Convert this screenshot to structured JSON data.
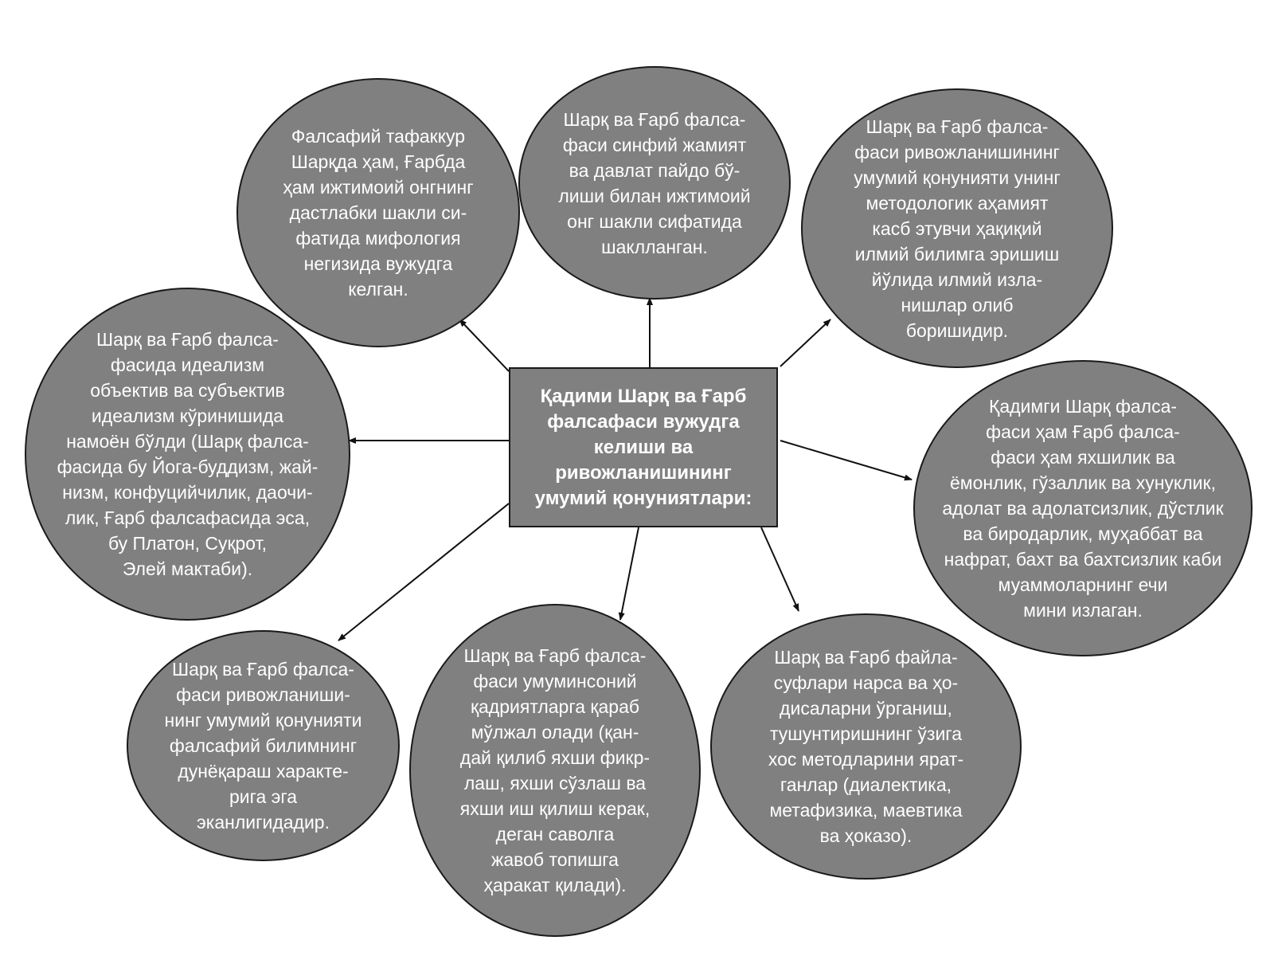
{
  "diagram": {
    "center": "Қадими Шарқ ва Ғарб\nфалсафаси вужудга\nкелиши ва\nривожланишининг\nумумий қонуниятлари:",
    "nodes": [
      "Фалсафий тафаккур\nШарқда ҳам, Ғарбда\nҳам ижтимоий онгнинг\nдастлабки шакли си-\nфатида мифология\nнегизида вужудга\nкелган.",
      "Шарқ ва Ғарб фалса-\nфаси синфий жамият\nва давлат пайдо бў-\nлиши билан ижтимоий\nонг шакли сифатида\nшаклланган.",
      "Шарқ ва Ғарб фалса-\nфаси ривожланишининг\nумумий қонунияти унинг\nметодологик аҳамият\nкасб этувчи ҳақиқий\nилмий билимга эришиш\nйўлида илмий изла-\nнишлар олиб\nборишидир.",
      "Шарқ ва Ғарб фалса-\nфасида идеализм\nобъектив ва субъектив\nидеализм кўринишида\nнамоён бўлди (Шарқ фалса-\nфасида бу Йога-буддизм, жай-\nнизм, конфуцийчилик, даочи-\nлик, Ғарб фалсафасида эса,\nбу Платон, Суқрот,\nЭлей мактаби).",
      "Қадимги Шарқ фалса-\nфаси ҳам Ғарб фалса-\nфаси ҳам яхшилик ва\nёмонлик, гўзаллик ва хунуклик,\nадолат ва адолатсизлик, дўстлик\nва биродарлик, муҳаббат ва\nнафрат, бахт ва бахтсизлик каби\nмуаммоларнинг ечи\nмини излаган.",
      "Шарқ ва Ғарб фалса-\nфаси ривожланиши-\nнинг умумий қонунияти\nфалсафий билимнинг\nдунёқараш характе-\nрига эга\nэканлигидадир.",
      "Шарқ ва Ғарб фалса-\nфаси умуминсоний\nқадриятларга қараб\nмўлжал олади (қан-\nдай қилиб яхши фикр-\nлаш, яхши сўзлаш ва\nяхши иш қилиш керак,\nдеган саволга\nжавоб топишга\nҳаракат қилади).",
      "Шарқ ва Ғарб файла-\nсуфлари нарса ва ҳо-\nдисаларни ўрганиш,\nтушунтиришнинг ўзига\nхос  методларини ярат-\nганлар (диалектика,\nметафизика, маевтика\nва ҳоказо)."
    ]
  }
}
